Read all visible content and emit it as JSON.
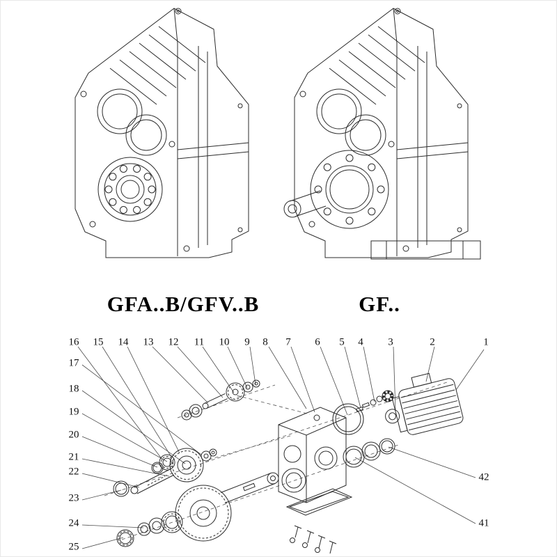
{
  "page": {
    "background": "#ffffff",
    "line_color": "#2b2b2b"
  },
  "captions": [
    {
      "label": "GFA..B/GFV..B"
    },
    {
      "label": "GF.."
    }
  ],
  "exploded": {
    "top_labels": [
      "16",
      "15",
      "14",
      "13",
      "12",
      "11",
      "10",
      "9",
      "8",
      "7",
      "6",
      "5",
      "4",
      "3",
      "2",
      "1"
    ],
    "left_labels": [
      "17",
      "18",
      "19",
      "20",
      "21",
      "22",
      "23",
      "24",
      "25"
    ],
    "right_labels": [
      "42",
      "41"
    ]
  }
}
